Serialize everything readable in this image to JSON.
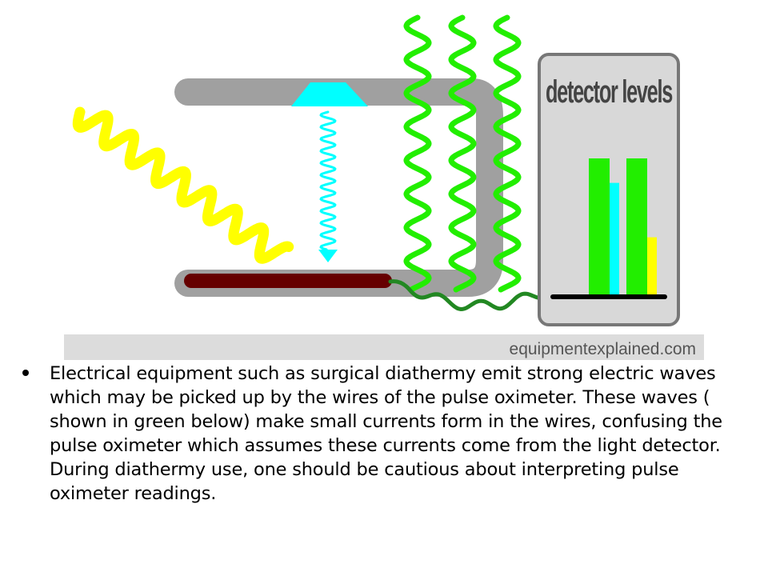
{
  "diagram": {
    "detector_title": "detector levels",
    "credit": "equipmentexplained.com",
    "levels": [
      {
        "color": "#22ee00",
        "value": 1.0
      },
      {
        "color": "#00ffff",
        "value": 0.82
      },
      {
        "color": "#22ee00",
        "value": 1.0
      },
      {
        "color": "#ffff00",
        "value": 0.42
      }
    ],
    "colors": {
      "probe_gray": "#a0a0a0",
      "light_source": "#00ffff",
      "ambient_light": "#ffff00",
      "interference": "#22ee00",
      "detector_strip": "#660000",
      "wire": "#228822"
    }
  },
  "bullet": {
    "text": "Electrical equipment such as surgical diathermy emit strong electric waves which may be picked up by the wires of the pulse oximeter. These waves ( shown in green below) make small currents form in the wires, confusing the pulse oximeter which assumes these currents come from the light detector. During diathermy use, one should be cautious about interpreting pulse oximeter readings."
  }
}
